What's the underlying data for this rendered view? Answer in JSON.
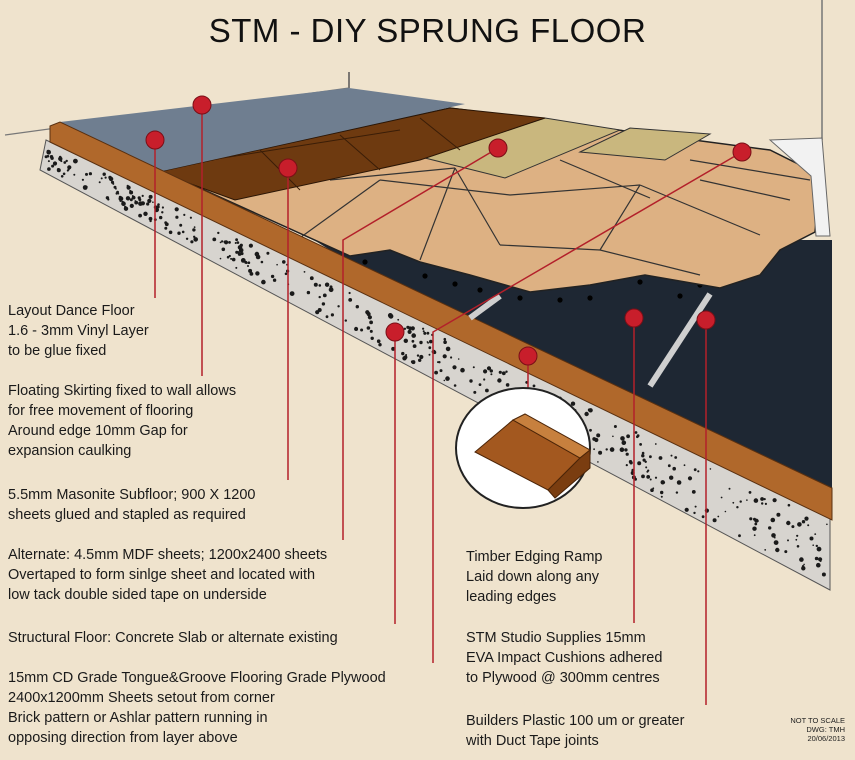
{
  "title": "STM - DIY SPRUNG FLOOR",
  "colors": {
    "background": "#efe3cd",
    "marker": "#c81e2b",
    "leader": "#b3202a",
    "vinyl": "#6f7e90",
    "masonite": "#6e3a10",
    "mdf": "#d09a6a",
    "plywood": "#ddb183",
    "cushion_layer": "#1e2733",
    "concrete": "#d7d4cf",
    "edge_strip": "#b0682b",
    "skirting": "#f2f2f2"
  },
  "labels": {
    "vinyl": [
      "Layout Dance Floor",
      "1.6 - 3mm  Vinyl Layer",
      "to be glue fixed"
    ],
    "skirting": [
      "Floating Skirting fixed to wall allows",
      "for free movement of flooring",
      "Around edge 10mm Gap for",
      "expansion caulking"
    ],
    "masonite": [
      "5.5mm Masonite Subfloor; 900 X 1200",
      "sheets glued and stapled as required"
    ],
    "mdf": [
      "Alternate: 4.5mm MDF sheets; 1200x2400 sheets",
      "Overtaped to form sinlge sheet and located with",
      "low tack double sided tape on underside"
    ],
    "structural": [
      "Structural Floor: Concrete Slab or alternate existing"
    ],
    "plywood": [
      "15mm  CD Grade Tongue&Groove Flooring Grade Plywood",
      "2400x1200mm Sheets setout from corner",
      "Brick pattern or Ashlar pattern running in",
      "opposing direction from layer above"
    ],
    "ramp": [
      "Timber Edging Ramp",
      "Laid down along any",
      "leading edges"
    ],
    "cushions": [
      "STM Studio Supplies 15mm",
      "EVA Impact Cushions adhered",
      "to Plywood @ 300mm centres"
    ],
    "plastic": [
      "Builders Plastic 100 um or greater",
      "with Duct Tape joints"
    ]
  },
  "scale_note": [
    "NOT TO SCALE",
    "DWG: TMH",
    "20/06/2013"
  ]
}
